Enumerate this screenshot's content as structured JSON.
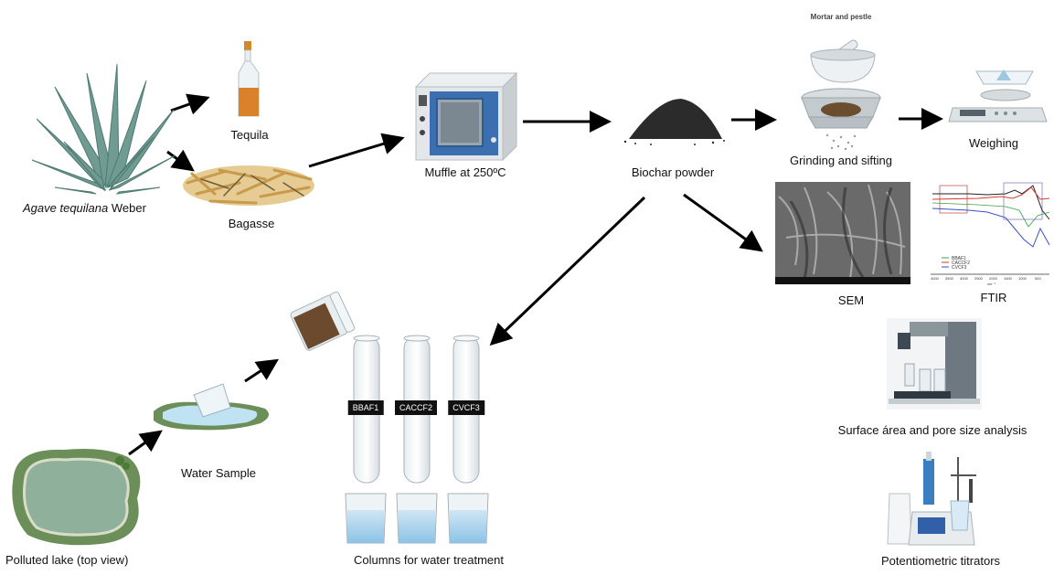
{
  "labels": {
    "agave_species": "Agave tequilana",
    "agave_author": " Weber",
    "tequila": "Tequila",
    "bagasse": "Bagasse",
    "muffle": "Muffle at 250ºC",
    "biochar": "Biochar powder",
    "mortar": "Mortar and pestle",
    "grinding": "Grinding and sifting",
    "weighing": "Weighing",
    "sem": "SEM",
    "ftir": "FTIR",
    "surface": "Surface área and pore size analysis",
    "titrators": "Potentiometric titrators",
    "lake": "Polluted lake (top view)",
    "water_sample": "Water Sample",
    "columns": "Columns for water treatment"
  },
  "columns": [
    "BBAF1",
    "CACCF2",
    "CVCF3"
  ],
  "ftir_legend": [
    "BBAF1",
    "CACCF2",
    "CVCF3"
  ],
  "ftir_axis_ticks": [
    "4000",
    "3500",
    "3000",
    "2500",
    "2000",
    "1500",
    "1000",
    "500"
  ],
  "ftir_axis_unit": "cm⁻¹",
  "colors": {
    "agave": "#6f9b93",
    "bagasse": "#d8b46a",
    "oven_blue": "#3c6fb0",
    "biochar": "#2b2b2b",
    "lake_water": "#8fb09a",
    "lake_rim": "#6c8f5a",
    "arrow": "#000000",
    "ftir_black": "#222222",
    "ftir_red": "#d9382f",
    "ftir_blue": "#3b4fc4",
    "ftir_green": "#3aa04a"
  }
}
